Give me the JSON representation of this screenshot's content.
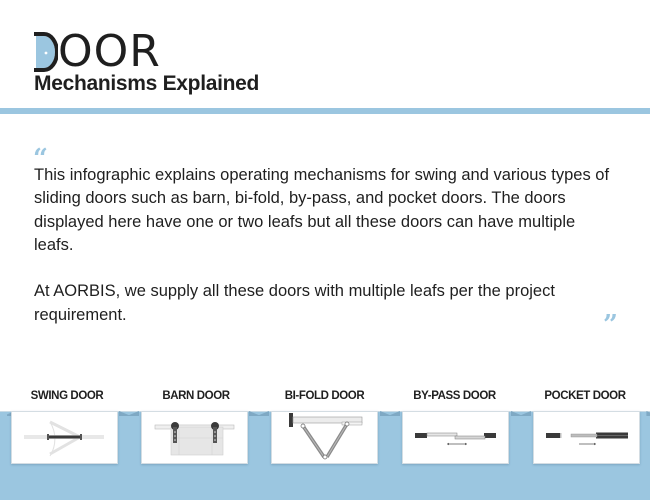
{
  "header": {
    "logo_text": "OOR",
    "logo_full": "DOOR",
    "subtitle": "Mechanisms Explained"
  },
  "intro": {
    "open_quote": "“",
    "close_quote": "”",
    "paragraphs": [
      "This infographic explains operating mechanisms for swing and various types of sliding doors such as barn, bi-fold, by-pass, and pocket doors. The doors displayed here have one or two leafs but all these doors can have multiple leafs.",
      "At AORBIS, we supply all these doors with multiple leafs per the project requirement."
    ]
  },
  "doors": [
    {
      "label": "SWING DOOR",
      "icon": "swing-door-diagram"
    },
    {
      "label": "BARN DOOR",
      "icon": "barn-door-diagram"
    },
    {
      "label": "BI-FOLD DOOR",
      "icon": "bifold-door-diagram"
    },
    {
      "label": "BY-PASS DOOR",
      "icon": "bypass-door-diagram"
    },
    {
      "label": "POCKET DOOR",
      "icon": "pocket-door-diagram"
    }
  ],
  "colors": {
    "accent": "#9bc6e0",
    "text": "#1f1f1f",
    "diagram_dark": "#3a3a3a",
    "diagram_light": "#e6e6e6"
  }
}
